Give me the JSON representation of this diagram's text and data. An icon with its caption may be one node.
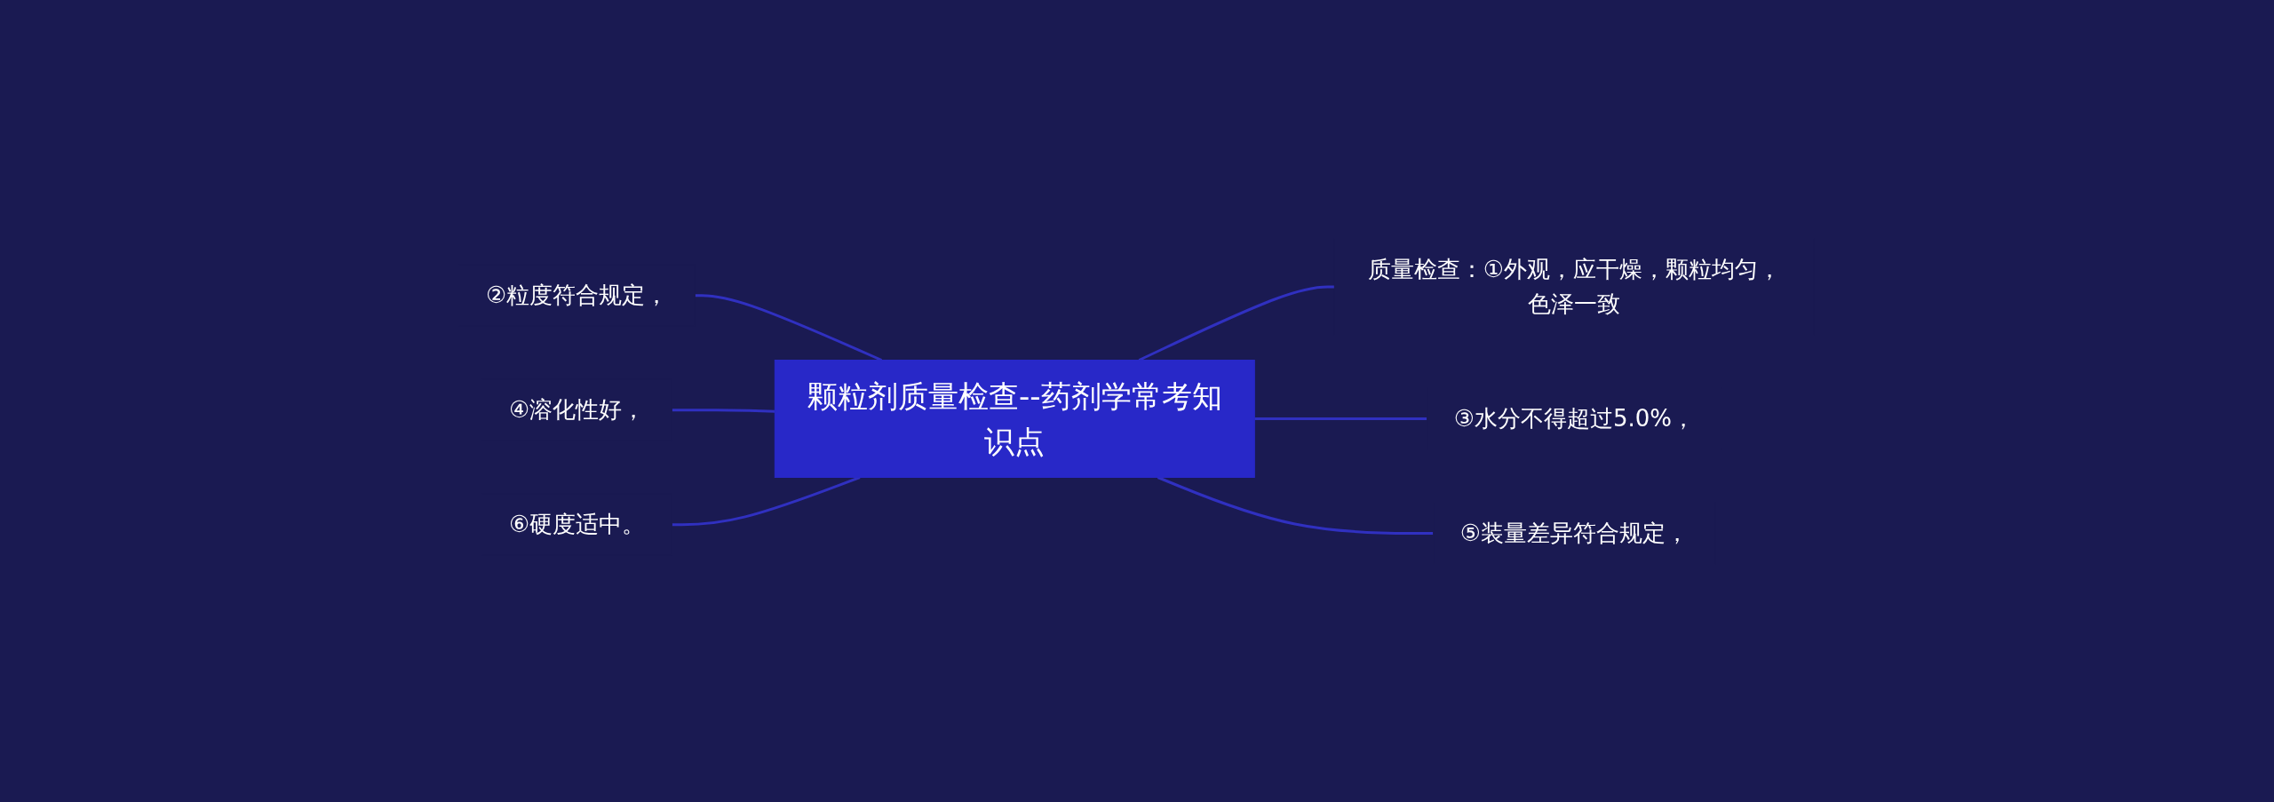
{
  "diagram": {
    "nodes": [
      {
        "text": [
          "颗粒剂质量检查--药剂学常考知识点"
        ]
      },
      {
        "text": [
          "质量检查：①外观，应干燥，颗粒均匀，色泽一致"
        ]
      },
      {
        "text": [
          "②粒度符合规定，"
        ]
      },
      {
        "text": [
          "③水分不得超过5.0%，"
        ]
      },
      {
        "text": [
          "④溶化性好，"
        ]
      },
      {
        "text": [
          "⑤装量差异符合规定，"
        ]
      },
      {
        "text": [
          "⑥硬度适中。"
        ]
      }
    ],
    "edges": [
      {
        "from": 0,
        "to": 1,
        "arrow": "none"
      },
      {
        "from": 0,
        "to": 2,
        "arrow": "none"
      },
      {
        "from": 0,
        "to": 3,
        "arrow": "none"
      },
      {
        "from": 0,
        "to": 4,
        "arrow": "none"
      },
      {
        "from": 0,
        "to": 5,
        "arrow": "none"
      },
      {
        "from": 0,
        "to": 6,
        "arrow": "none"
      }
    ]
  }
}
